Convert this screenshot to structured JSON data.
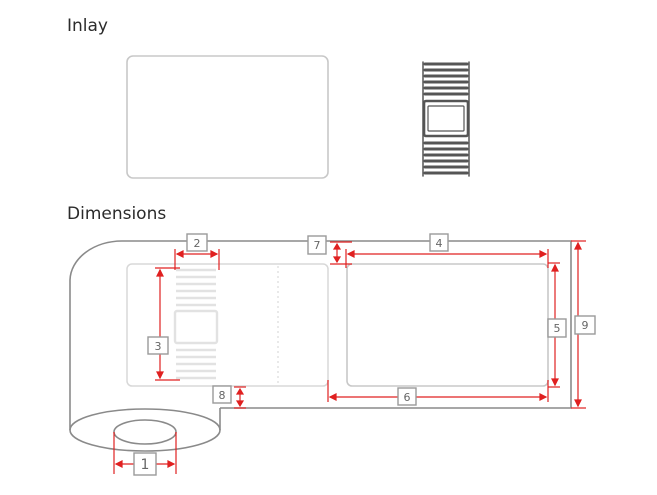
{
  "sections": {
    "inlay_title": "Inlay",
    "dimensions_title": "Dimensions"
  },
  "dimension_labels": {
    "d1": "1",
    "d2": "2",
    "d3": "3",
    "d4": "4",
    "d5": "5",
    "d6": "6",
    "d7": "7",
    "d8": "8",
    "d9": "9"
  },
  "colors": {
    "outline": "#c8c8c8",
    "roll": "#8a8a8a",
    "antenna": "#555555",
    "dimension_line": "#e02020",
    "label_box": "#9a9a9a"
  }
}
